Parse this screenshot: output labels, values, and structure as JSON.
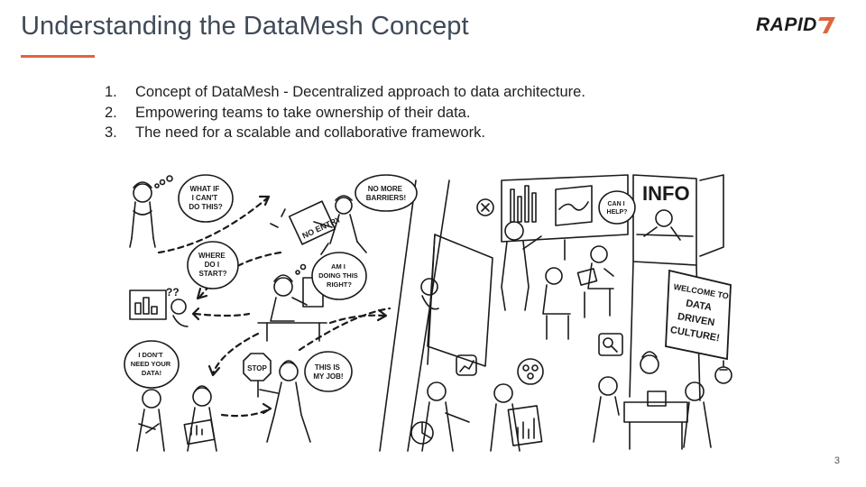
{
  "slide": {
    "title": "Understanding the DataMesh Concept",
    "page_number": "3",
    "accent_color": "#e0633c"
  },
  "logo": {
    "text": "RAPID",
    "mark_color": "#e0633c"
  },
  "bullets": [
    {
      "number": "1.",
      "text": "Concept of DataMesh - Decentralized approach to data architecture."
    },
    {
      "number": "2.",
      "text": "Empowering teams to take ownership of their data."
    },
    {
      "number": "3.",
      "text": "The need for a scalable and collaborative framework."
    }
  ],
  "illustration": {
    "bubbles": [
      {
        "lines": [
          "WHAT IF",
          "I CAN'T",
          "DO THIS?"
        ]
      },
      {
        "lines": [
          "NO MORE",
          "BARRIERS!"
        ]
      },
      {
        "lines": [
          "WHERE",
          "DO I",
          "START?"
        ]
      },
      {
        "lines": [
          "AM I",
          "DOING THIS",
          "RIGHT?"
        ]
      },
      {
        "lines": [
          "I DON'T",
          "NEED YOUR",
          "DATA!"
        ]
      },
      {
        "lines": [
          "THIS IS",
          "MY JOB!"
        ]
      },
      {
        "lines": [
          "CAN I",
          "HELP?"
        ]
      }
    ],
    "labels": {
      "info": "INFO",
      "stop": "STOP",
      "no_entry": "NO ENTRY",
      "welcome": [
        "WELCOME TO",
        "DATA",
        "DRIVEN",
        "CULTURE!"
      ]
    }
  }
}
